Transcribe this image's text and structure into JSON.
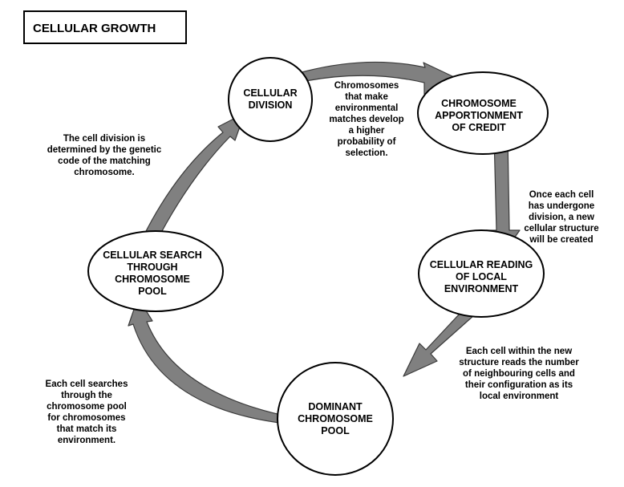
{
  "title": "CELLULAR GROWTH",
  "nodes": [
    {
      "id": "cellular-division",
      "lines": [
        "CELLULAR",
        "DIVISION"
      ]
    },
    {
      "id": "chromosome-apportionment",
      "lines": [
        "CHROMOSOME",
        "APPORTIONMENT",
        "OF CREDIT"
      ]
    },
    {
      "id": "cellular-reading",
      "lines": [
        "CELLULAR READING",
        "OF LOCAL",
        "ENVIRONMENT"
      ]
    },
    {
      "id": "dominant-pool",
      "lines": [
        "DOMINANT",
        "CHROMOSOME",
        "POOL"
      ]
    },
    {
      "id": "cellular-search",
      "lines": [
        "CELLULAR SEARCH",
        "THROUGH",
        "CHROMOSOME",
        "POOL"
      ]
    }
  ],
  "notes": [
    {
      "id": "environmental-matches",
      "lines": [
        "Chromosomes",
        "that make",
        "environmental",
        "matches develop",
        "a higher",
        "probability of",
        "selection."
      ]
    },
    {
      "id": "new-structure",
      "lines": [
        "Once each cell",
        "has undergone",
        "division, a new",
        "cellular structure",
        "will be created"
      ]
    },
    {
      "id": "reads-neighbours",
      "lines": [
        "Each cell within the new",
        "structure reads the number",
        "of neighbouring cells and",
        "their configuration as its",
        "local environment"
      ]
    },
    {
      "id": "searches-pool",
      "lines": [
        "Each cell searches",
        "through the",
        "chromosome pool",
        "for chromosomes",
        "that match its",
        "environment."
      ]
    },
    {
      "id": "genetic-code",
      "lines": [
        "The cell division is",
        "determined by the genetic",
        "code of the matching",
        "chromosome."
      ]
    }
  ],
  "colors": {
    "arrow": "#808080",
    "stroke": "#000000",
    "background": "#ffffff"
  }
}
